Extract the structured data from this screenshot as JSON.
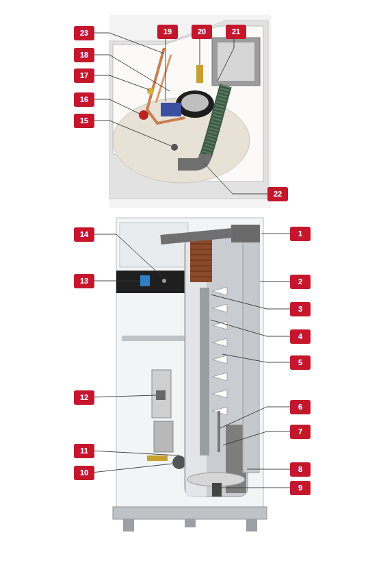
{
  "diagram": {
    "labels": [
      "23",
      "18",
      "17",
      "16",
      "15",
      "19",
      "20",
      "21",
      "22",
      "14",
      "1",
      "13",
      "2",
      "3",
      "4",
      "5",
      "12",
      "6",
      "7",
      "11",
      "8",
      "10",
      "9"
    ]
  }
}
